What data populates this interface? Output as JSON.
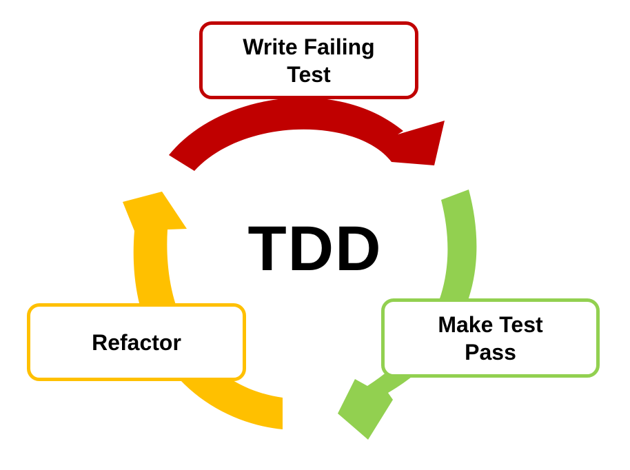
{
  "diagram": {
    "center_label": "TDD",
    "stages": [
      {
        "label": "Write Failing\nTest",
        "color": "#c00000"
      },
      {
        "label": "Make Test\nPass",
        "color": "#92d050"
      },
      {
        "label": "Refactor",
        "color": "#ffc000"
      }
    ]
  }
}
